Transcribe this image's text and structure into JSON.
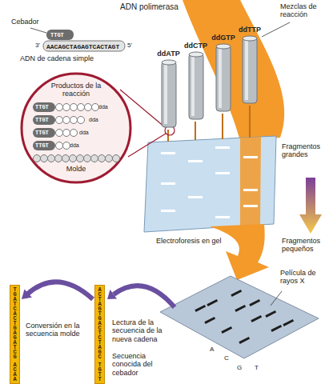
{
  "diagram": {
    "nodes": [
      {
        "text": [
          "ddATP"
        ]
      },
      {
        "text": [
          "ddCTP"
        ]
      },
      {
        "text": [
          "ddGTP"
        ]
      },
      {
        "text": [
          "ddTTP"
        ]
      },
      {
        "text": [
          "Productos de la reacción",
          "Molde"
        ]
      },
      {
        "text": [
          "TGATCACTGAGATCG",
          "ACAA"
        ]
      },
      {
        "text": [
          "ACTAGTGACTCTAGC",
          "TGTT"
        ]
      }
    ],
    "edges": [
      {
        "from": 6,
        "to": 5,
        "arrow": "to"
      }
    ],
    "labels": [
      "ADN polimerasa",
      "Mezclas de reacción",
      "Cebador",
      "TTGT",
      "3'",
      "AACAGCTAGAGTCACTAGT",
      "5'",
      "ADN de cadena simple",
      "TTGT",
      "dda",
      "TTGT",
      "dda",
      "TTGT",
      "dda",
      "TTGT",
      "dda",
      "Fragmentos grandes",
      "Electroforesis en gel",
      "Fragmentos pequeños",
      "Película de rayos X",
      "A",
      "C",
      "G",
      "T",
      "Conversión en la secuencia molde",
      "Lectura de la secuencia de la nueva cadena",
      "Secuencia conocida del cebador"
    ]
  }
}
